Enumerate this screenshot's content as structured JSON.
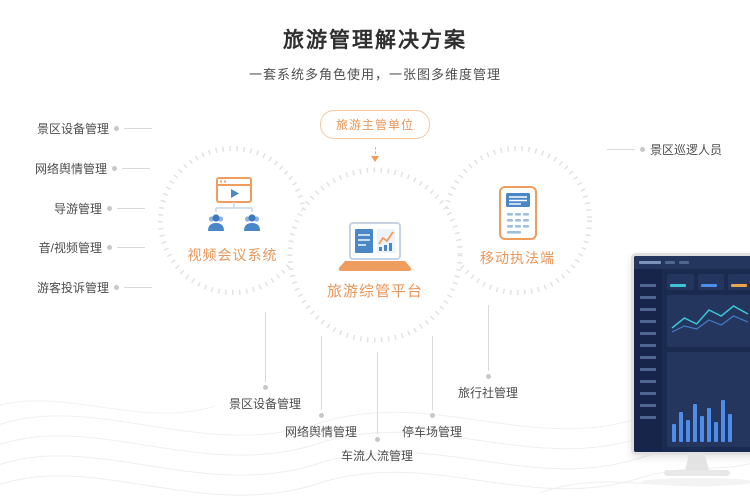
{
  "header": {
    "title": "旅游管理解决方案",
    "subtitle": "一套系统多角色使用，一张图多维度管理"
  },
  "authority": {
    "label": "旅游主管单位"
  },
  "systems": [
    {
      "label": "视频会议系统",
      "icon": "video-conference-icon"
    },
    {
      "label": "旅游综管平台",
      "icon": "laptop-dashboard-icon"
    },
    {
      "label": "移动执法端",
      "icon": "mobile-enforcement-icon"
    }
  ],
  "left_features": [
    "景区设备管理",
    "网络舆情管理",
    "导游管理",
    "音/视频管理",
    "游客投诉管理"
  ],
  "right_features": [
    "景区巡逻人员"
  ],
  "bottom_features": [
    "景区设备管理",
    "网络舆情管理",
    "车流人流管理",
    "停车场管理",
    "旅行社管理"
  ],
  "colors": {
    "accent_orange": "#E8975B",
    "accent_blue": "#4A87C7",
    "connector_gray": "#DADADA",
    "screen_navy": "#1B2B4F"
  }
}
